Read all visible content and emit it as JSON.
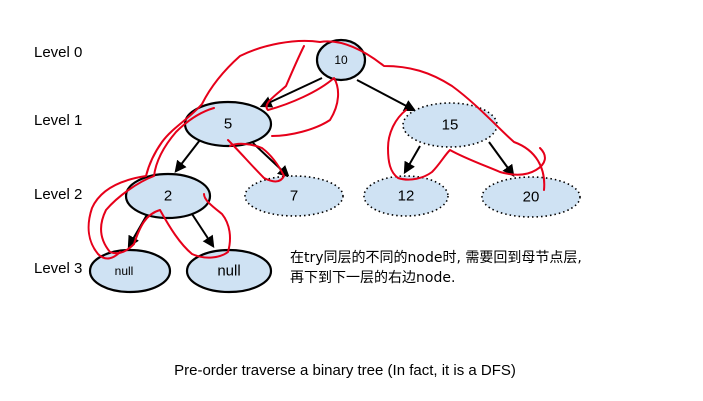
{
  "levels": [
    "Level 0",
    "Level 1",
    "Level 2",
    "Level 3"
  ],
  "nodes": {
    "n10": "10",
    "n5": "5",
    "n15": "15",
    "n2": "2",
    "n7": "7",
    "n12": "12",
    "n20": "20",
    "null_left": "null",
    "null_right": "null"
  },
  "note": {
    "line1": "在try同层的不同的node时, 需要回到母节点层,",
    "line2": "再下到下一层的右边node."
  },
  "caption": "Pre-order traverse a binary tree (In fact, it is a DFS)",
  "colors": {
    "node_fill": "#cfe2f3",
    "traverse_line": "#e6001a",
    "edge": "#000000"
  }
}
